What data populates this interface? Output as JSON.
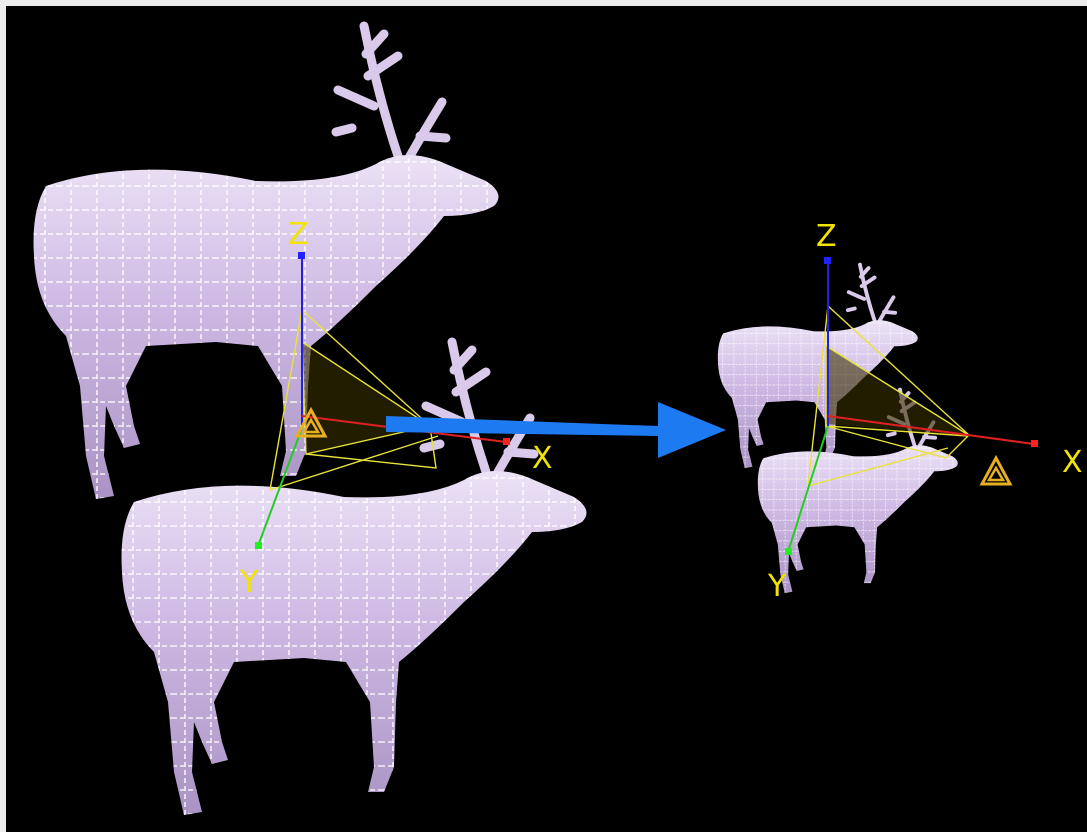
{
  "viewport": {
    "background": "#000000",
    "body_color": "#cdb8e3",
    "grid_color": "#ffffff",
    "frame_color": "#e8e23a"
  },
  "before": {
    "axes": {
      "x_label": "X",
      "y_label": "Y",
      "z_label": "Z"
    },
    "x_color": "#e02020",
    "y_color": "#22cc22",
    "z_color": "#2020d0",
    "icon": "constraint-triangle-icon"
  },
  "after": {
    "axes": {
      "x_label": "X",
      "y_label": "Y",
      "z_label": "Z"
    },
    "icon": "constraint-triangle-icon"
  },
  "transform_arrow": {
    "color": "#1e7af0",
    "icon": "right-arrow-icon"
  }
}
